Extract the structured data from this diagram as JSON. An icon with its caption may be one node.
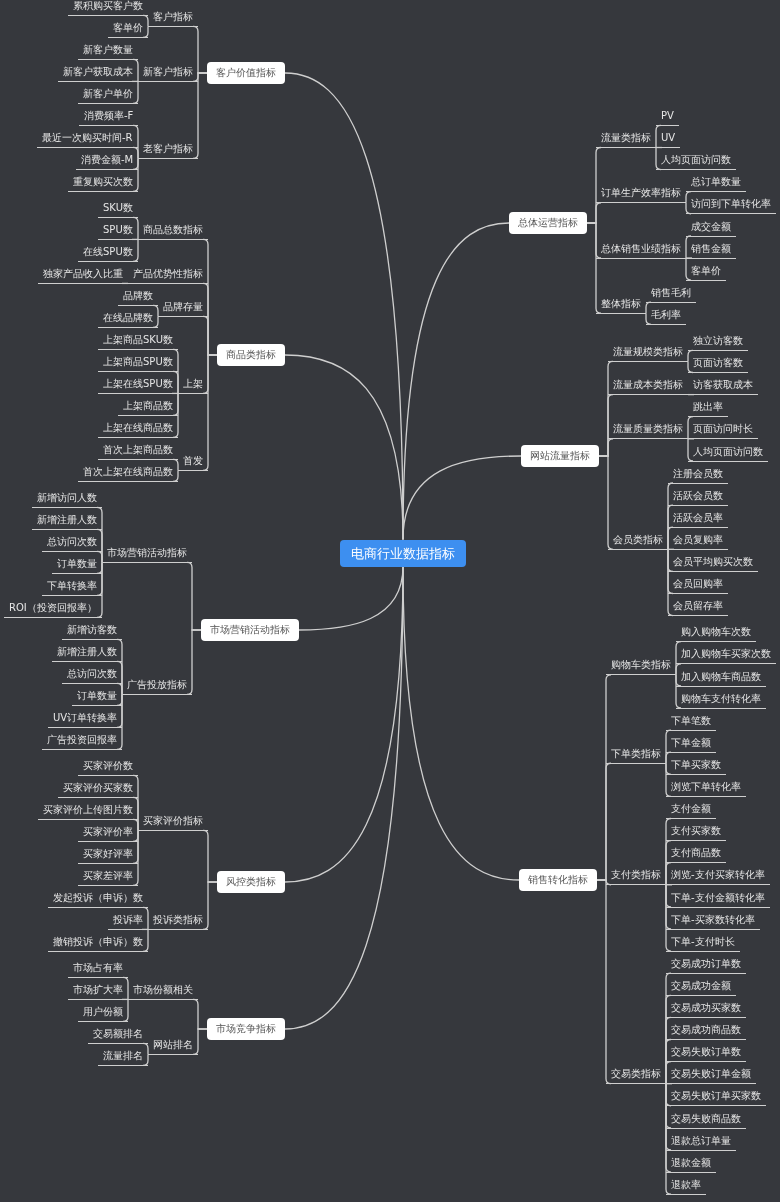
{
  "diagram": {
    "nodes": [
      {
        "text": [
          "电商行业数据指标"
        ]
      },
      {
        "text": [
          "客户价值指标"
        ]
      },
      {
        "text": [
          "客户指标"
        ]
      },
      {
        "text": [
          "累积购买客户数"
        ]
      },
      {
        "text": [
          "客单价"
        ]
      },
      {
        "text": [
          "新客户指标"
        ]
      },
      {
        "text": [
          "新客户数量"
        ]
      },
      {
        "text": [
          "新客户获取成本"
        ]
      },
      {
        "text": [
          "新客户单价"
        ]
      },
      {
        "text": [
          "老客户指标"
        ]
      },
      {
        "text": [
          "消费频率-F"
        ]
      },
      {
        "text": [
          "最近一次购买时间-R"
        ]
      },
      {
        "text": [
          "消费金额-M"
        ]
      },
      {
        "text": [
          "重复购买次数"
        ]
      },
      {
        "text": [
          "商品类指标"
        ]
      },
      {
        "text": [
          "商品总数指标"
        ]
      },
      {
        "text": [
          "SKU数"
        ]
      },
      {
        "text": [
          "SPU数"
        ]
      },
      {
        "text": [
          "在线SPU数"
        ]
      },
      {
        "text": [
          "产品优势性指标"
        ]
      },
      {
        "text": [
          "独家产品收入比重"
        ]
      },
      {
        "text": [
          "品牌存量"
        ]
      },
      {
        "text": [
          "品牌数"
        ]
      },
      {
        "text": [
          "在线品牌数"
        ]
      },
      {
        "text": [
          "上架"
        ]
      },
      {
        "text": [
          "上架商品SKU数"
        ]
      },
      {
        "text": [
          "上架商品SPU数"
        ]
      },
      {
        "text": [
          "上架在线SPU数"
        ]
      },
      {
        "text": [
          "上架商品数"
        ]
      },
      {
        "text": [
          "上架在线商品数"
        ]
      },
      {
        "text": [
          "首发"
        ]
      },
      {
        "text": [
          "首次上架商品数"
        ]
      },
      {
        "text": [
          "首次上架在线商品数"
        ]
      },
      {
        "text": [
          "市场营销活动指标"
        ]
      },
      {
        "text": [
          "市场营销活动指标"
        ]
      },
      {
        "text": [
          "新增访问人数"
        ]
      },
      {
        "text": [
          "新增注册人数"
        ]
      },
      {
        "text": [
          "总访问次数"
        ]
      },
      {
        "text": [
          "订单数量"
        ]
      },
      {
        "text": [
          "下单转换率"
        ]
      },
      {
        "text": [
          "ROI（投资回报率）"
        ]
      },
      {
        "text": [
          "广告投放指标"
        ]
      },
      {
        "text": [
          "新增访客数"
        ]
      },
      {
        "text": [
          "新增注册人数"
        ]
      },
      {
        "text": [
          "总访问次数"
        ]
      },
      {
        "text": [
          "订单数量"
        ]
      },
      {
        "text": [
          "UV订单转换率"
        ]
      },
      {
        "text": [
          "广告投资回报率"
        ]
      },
      {
        "text": [
          "风控类指标"
        ]
      },
      {
        "text": [
          "买家评价指标"
        ]
      },
      {
        "text": [
          "买家评价数"
        ]
      },
      {
        "text": [
          "买家评价买家数"
        ]
      },
      {
        "text": [
          "买家评价上传图片数"
        ]
      },
      {
        "text": [
          "买家评价率"
        ]
      },
      {
        "text": [
          "买家好评率"
        ]
      },
      {
        "text": [
          "买家差评率"
        ]
      },
      {
        "text": [
          "投诉类指标"
        ]
      },
      {
        "text": [
          "发起投诉（申诉）数"
        ]
      },
      {
        "text": [
          "投诉率"
        ]
      },
      {
        "text": [
          "撤销投诉（申诉）数"
        ]
      },
      {
        "text": [
          "市场竞争指标"
        ]
      },
      {
        "text": [
          "市场份额相关"
        ]
      },
      {
        "text": [
          "市场占有率"
        ]
      },
      {
        "text": [
          "市场扩大率"
        ]
      },
      {
        "text": [
          "用户份额"
        ]
      },
      {
        "text": [
          "网站排名"
        ]
      },
      {
        "text": [
          "交易额排名"
        ]
      },
      {
        "text": [
          "流量排名"
        ]
      },
      {
        "text": [
          "总体运营指标"
        ]
      },
      {
        "text": [
          "流量类指标"
        ]
      },
      {
        "text": [
          "PV"
        ]
      },
      {
        "text": [
          "UV"
        ]
      },
      {
        "text": [
          "人均页面访问数"
        ]
      },
      {
        "text": [
          "订单生产效率指标"
        ]
      },
      {
        "text": [
          "总订单数量"
        ]
      },
      {
        "text": [
          "访问到下单转化率"
        ]
      },
      {
        "text": [
          "总体销售业绩指标"
        ]
      },
      {
        "text": [
          "成交金额"
        ]
      },
      {
        "text": [
          "销售金额"
        ]
      },
      {
        "text": [
          "客单价"
        ]
      },
      {
        "text": [
          "整体指标"
        ]
      },
      {
        "text": [
          "销售毛利"
        ]
      },
      {
        "text": [
          "毛利率"
        ]
      },
      {
        "text": [
          "网站流量指标"
        ]
      },
      {
        "text": [
          "流量规模类指标"
        ]
      },
      {
        "text": [
          "独立访客数"
        ]
      },
      {
        "text": [
          "页面访客数"
        ]
      },
      {
        "text": [
          "流量成本类指标"
        ]
      },
      {
        "text": [
          "访客获取成本"
        ]
      },
      {
        "text": [
          "流量质量类指标"
        ]
      },
      {
        "text": [
          "跳出率"
        ]
      },
      {
        "text": [
          "页面访问时长"
        ]
      },
      {
        "text": [
          "人均页面访问数"
        ]
      },
      {
        "text": [
          "会员类指标"
        ]
      },
      {
        "text": [
          "注册会员数"
        ]
      },
      {
        "text": [
          "活跃会员数"
        ]
      },
      {
        "text": [
          "活跃会员率"
        ]
      },
      {
        "text": [
          "会员复购率"
        ]
      },
      {
        "text": [
          "会员平均购买次数"
        ]
      },
      {
        "text": [
          "会员回购率"
        ]
      },
      {
        "text": [
          "会员留存率"
        ]
      },
      {
        "text": [
          "销售转化指标"
        ]
      },
      {
        "text": [
          "购物车类指标"
        ]
      },
      {
        "text": [
          "购入购物车次数"
        ]
      },
      {
        "text": [
          "加入购物车买家次数"
        ]
      },
      {
        "text": [
          "加入购物车商品数"
        ]
      },
      {
        "text": [
          "购物车支付转化率"
        ]
      },
      {
        "text": [
          "下单类指标"
        ]
      },
      {
        "text": [
          "下单笔数"
        ]
      },
      {
        "text": [
          "下单金额"
        ]
      },
      {
        "text": [
          "下单买家数"
        ]
      },
      {
        "text": [
          "浏览下单转化率"
        ]
      },
      {
        "text": [
          "支付类指标"
        ]
      },
      {
        "text": [
          "支付金额"
        ]
      },
      {
        "text": [
          "支付买家数"
        ]
      },
      {
        "text": [
          "支付商品数"
        ]
      },
      {
        "text": [
          "浏览-支付买家转化率"
        ]
      },
      {
        "text": [
          "下单-支付金额转化率"
        ]
      },
      {
        "text": [
          "下单-买家数转化率"
        ]
      },
      {
        "text": [
          "下单-支付时长"
        ]
      },
      {
        "text": [
          "交易类指标"
        ]
      },
      {
        "text": [
          "交易成功订单数"
        ]
      },
      {
        "text": [
          "交易成功金额"
        ]
      },
      {
        "text": [
          "交易成功买家数"
        ]
      },
      {
        "text": [
          "交易成功商品数"
        ]
      },
      {
        "text": [
          "交易失败订单数"
        ]
      },
      {
        "text": [
          "交易失败订单金额"
        ]
      },
      {
        "text": [
          "交易失败订单买家数"
        ]
      },
      {
        "text": [
          "交易失败商品数"
        ]
      },
      {
        "text": [
          "退款总订单量"
        ]
      },
      {
        "text": [
          "退款金额"
        ]
      },
      {
        "text": [
          "退款率"
        ]
      }
    ],
    "edges": [
      {
        "from": 0,
        "to": 1,
        "arrow": "none"
      },
      {
        "from": 0,
        "to": 14,
        "arrow": "none"
      },
      {
        "from": 0,
        "to": 33,
        "arrow": "none"
      },
      {
        "from": 0,
        "to": 48,
        "arrow": "none"
      },
      {
        "from": 0,
        "to": 60,
        "arrow": "none"
      },
      {
        "from": 0,
        "to": 68,
        "arrow": "none"
      },
      {
        "from": 0,
        "to": 83,
        "arrow": "none"
      },
      {
        "from": 0,
        "to": 101,
        "arrow": "none"
      },
      {
        "from": 1,
        "to": 2,
        "arrow": "none"
      },
      {
        "from": 2,
        "to": 3,
        "arrow": "none"
      },
      {
        "from": 2,
        "to": 4,
        "arrow": "none"
      },
      {
        "from": 1,
        "to": 5,
        "arrow": "none"
      },
      {
        "from": 5,
        "to": 6,
        "arrow": "none"
      },
      {
        "from": 5,
        "to": 7,
        "arrow": "none"
      },
      {
        "from": 5,
        "to": 8,
        "arrow": "none"
      },
      {
        "from": 1,
        "to": 9,
        "arrow": "none"
      },
      {
        "from": 9,
        "to": 10,
        "arrow": "none"
      },
      {
        "from": 9,
        "to": 11,
        "arrow": "none"
      },
      {
        "from": 9,
        "to": 12,
        "arrow": "none"
      },
      {
        "from": 9,
        "to": 13,
        "arrow": "none"
      },
      {
        "from": 14,
        "to": 15,
        "arrow": "none"
      },
      {
        "from": 15,
        "to": 16,
        "arrow": "none"
      },
      {
        "from": 15,
        "to": 17,
        "arrow": "none"
      },
      {
        "from": 15,
        "to": 18,
        "arrow": "none"
      },
      {
        "from": 14,
        "to": 19,
        "arrow": "none"
      },
      {
        "from": 19,
        "to": 20,
        "arrow": "none"
      },
      {
        "from": 14,
        "to": 21,
        "arrow": "none"
      },
      {
        "from": 21,
        "to": 22,
        "arrow": "none"
      },
      {
        "from": 21,
        "to": 23,
        "arrow": "none"
      },
      {
        "from": 14,
        "to": 24,
        "arrow": "none"
      },
      {
        "from": 24,
        "to": 25,
        "arrow": "none"
      },
      {
        "from": 24,
        "to": 26,
        "arrow": "none"
      },
      {
        "from": 24,
        "to": 27,
        "arrow": "none"
      },
      {
        "from": 24,
        "to": 28,
        "arrow": "none"
      },
      {
        "from": 24,
        "to": 29,
        "arrow": "none"
      },
      {
        "from": 14,
        "to": 30,
        "arrow": "none"
      },
      {
        "from": 30,
        "to": 31,
        "arrow": "none"
      },
      {
        "from": 30,
        "to": 32,
        "arrow": "none"
      },
      {
        "from": 33,
        "to": 34,
        "arrow": "none"
      },
      {
        "from": 34,
        "to": 35,
        "arrow": "none"
      },
      {
        "from": 34,
        "to": 36,
        "arrow": "none"
      },
      {
        "from": 34,
        "to": 37,
        "arrow": "none"
      },
      {
        "from": 34,
        "to": 38,
        "arrow": "none"
      },
      {
        "from": 34,
        "to": 39,
        "arrow": "none"
      },
      {
        "from": 34,
        "to": 40,
        "arrow": "none"
      },
      {
        "from": 33,
        "to": 41,
        "arrow": "none"
      },
      {
        "from": 41,
        "to": 42,
        "arrow": "none"
      },
      {
        "from": 41,
        "to": 43,
        "arrow": "none"
      },
      {
        "from": 41,
        "to": 44,
        "arrow": "none"
      },
      {
        "from": 41,
        "to": 45,
        "arrow": "none"
      },
      {
        "from": 41,
        "to": 46,
        "arrow": "none"
      },
      {
        "from": 41,
        "to": 47,
        "arrow": "none"
      },
      {
        "from": 48,
        "to": 49,
        "arrow": "none"
      },
      {
        "from": 49,
        "to": 50,
        "arrow": "none"
      },
      {
        "from": 49,
        "to": 51,
        "arrow": "none"
      },
      {
        "from": 49,
        "to": 52,
        "arrow": "none"
      },
      {
        "from": 49,
        "to": 53,
        "arrow": "none"
      },
      {
        "from": 49,
        "to": 54,
        "arrow": "none"
      },
      {
        "from": 49,
        "to": 55,
        "arrow": "none"
      },
      {
        "from": 48,
        "to": 56,
        "arrow": "none"
      },
      {
        "from": 56,
        "to": 57,
        "arrow": "none"
      },
      {
        "from": 56,
        "to": 58,
        "arrow": "none"
      },
      {
        "from": 56,
        "to": 59,
        "arrow": "none"
      },
      {
        "from": 60,
        "to": 61,
        "arrow": "none"
      },
      {
        "from": 61,
        "to": 62,
        "arrow": "none"
      },
      {
        "from": 61,
        "to": 63,
        "arrow": "none"
      },
      {
        "from": 61,
        "to": 64,
        "arrow": "none"
      },
      {
        "from": 60,
        "to": 65,
        "arrow": "none"
      },
      {
        "from": 65,
        "to": 66,
        "arrow": "none"
      },
      {
        "from": 65,
        "to": 67,
        "arrow": "none"
      },
      {
        "from": 68,
        "to": 69,
        "arrow": "none"
      },
      {
        "from": 69,
        "to": 70,
        "arrow": "none"
      },
      {
        "from": 69,
        "to": 71,
        "arrow": "none"
      },
      {
        "from": 69,
        "to": 72,
        "arrow": "none"
      },
      {
        "from": 68,
        "to": 73,
        "arrow": "none"
      },
      {
        "from": 73,
        "to": 74,
        "arrow": "none"
      },
      {
        "from": 73,
        "to": 75,
        "arrow": "none"
      },
      {
        "from": 68,
        "to": 76,
        "arrow": "none"
      },
      {
        "from": 76,
        "to": 77,
        "arrow": "none"
      },
      {
        "from": 76,
        "to": 78,
        "arrow": "none"
      },
      {
        "from": 76,
        "to": 79,
        "arrow": "none"
      },
      {
        "from": 68,
        "to": 80,
        "arrow": "none"
      },
      {
        "from": 80,
        "to": 81,
        "arrow": "none"
      },
      {
        "from": 80,
        "to": 82,
        "arrow": "none"
      },
      {
        "from": 83,
        "to": 84,
        "arrow": "none"
      },
      {
        "from": 84,
        "to": 85,
        "arrow": "none"
      },
      {
        "from": 84,
        "to": 86,
        "arrow": "none"
      },
      {
        "from": 83,
        "to": 87,
        "arrow": "none"
      },
      {
        "from": 87,
        "to": 88,
        "arrow": "none"
      },
      {
        "from": 83,
        "to": 89,
        "arrow": "none"
      },
      {
        "from": 89,
        "to": 90,
        "arrow": "none"
      },
      {
        "from": 89,
        "to": 91,
        "arrow": "none"
      },
      {
        "from": 89,
        "to": 92,
        "arrow": "none"
      },
      {
        "from": 83,
        "to": 93,
        "arrow": "none"
      },
      {
        "from": 93,
        "to": 94,
        "arrow": "none"
      },
      {
        "from": 93,
        "to": 95,
        "arrow": "none"
      },
      {
        "from": 93,
        "to": 96,
        "arrow": "none"
      },
      {
        "from": 93,
        "to": 97,
        "arrow": "none"
      },
      {
        "from": 93,
        "to": 98,
        "arrow": "none"
      },
      {
        "from": 93,
        "to": 99,
        "arrow": "none"
      },
      {
        "from": 93,
        "to": 100,
        "arrow": "none"
      },
      {
        "from": 101,
        "to": 102,
        "arrow": "none"
      },
      {
        "from": 102,
        "to": 103,
        "arrow": "none"
      },
      {
        "from": 102,
        "to": 104,
        "arrow": "none"
      },
      {
        "from": 102,
        "to": 105,
        "arrow": "none"
      },
      {
        "from": 102,
        "to": 106,
        "arrow": "none"
      },
      {
        "from": 101,
        "to": 107,
        "arrow": "none"
      },
      {
        "from": 107,
        "to": 108,
        "arrow": "none"
      },
      {
        "from": 107,
        "to": 109,
        "arrow": "none"
      },
      {
        "from": 107,
        "to": 110,
        "arrow": "none"
      },
      {
        "from": 107,
        "to": 111,
        "arrow": "none"
      },
      {
        "from": 101,
        "to": 112,
        "arrow": "none"
      },
      {
        "from": 112,
        "to": 113,
        "arrow": "none"
      },
      {
        "from": 112,
        "to": 114,
        "arrow": "none"
      },
      {
        "from": 112,
        "to": 115,
        "arrow": "none"
      },
      {
        "from": 112,
        "to": 116,
        "arrow": "none"
      },
      {
        "from": 112,
        "to": 117,
        "arrow": "none"
      },
      {
        "from": 112,
        "to": 118,
        "arrow": "none"
      },
      {
        "from": 112,
        "to": 119,
        "arrow": "none"
      },
      {
        "from": 101,
        "to": 120,
        "arrow": "none"
      },
      {
        "from": 120,
        "to": 121,
        "arrow": "none"
      },
      {
        "from": 120,
        "to": 122,
        "arrow": "none"
      },
      {
        "from": 120,
        "to": 123,
        "arrow": "none"
      },
      {
        "from": 120,
        "to": 124,
        "arrow": "none"
      },
      {
        "from": 120,
        "to": 125,
        "arrow": "none"
      },
      {
        "from": 120,
        "to": 126,
        "arrow": "none"
      },
      {
        "from": 120,
        "to": 127,
        "arrow": "none"
      },
      {
        "from": 120,
        "to": 128,
        "arrow": "none"
      },
      {
        "from": 120,
        "to": 129,
        "arrow": "none"
      },
      {
        "from": 120,
        "to": 130,
        "arrow": "none"
      },
      {
        "from": 120,
        "to": 131,
        "arrow": "none"
      }
    ]
  }
}
